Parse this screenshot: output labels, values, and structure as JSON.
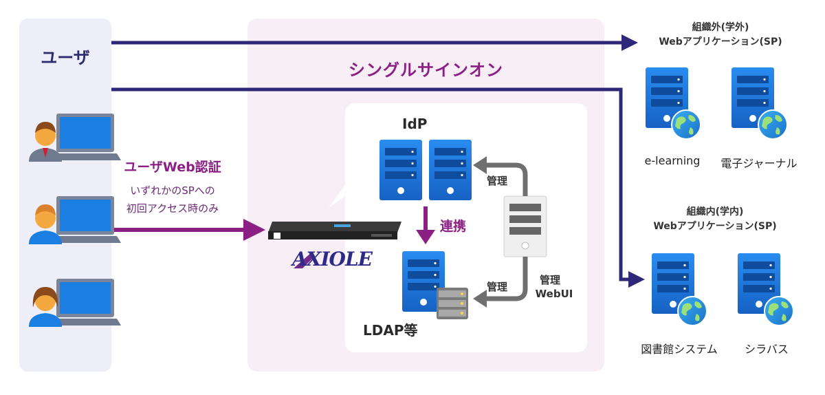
{
  "user": {
    "title": "ユーザ"
  },
  "sso": {
    "title": "シングルサインオン"
  },
  "auth": {
    "title": "ユーザWeb認証",
    "note_line1": "いずれかのSPへの",
    "note_line2": "初回アクセス時のみ"
  },
  "idp": {
    "label": "IdP"
  },
  "ldap": {
    "label": "LDAP等"
  },
  "link": {
    "label": "連携"
  },
  "manage": {
    "top": "管理",
    "bottom": "管理",
    "webui_line1": "管理",
    "webui_line2": "WebUI"
  },
  "brand": {
    "logo_text": "AXIOLE"
  },
  "external": {
    "head_line1": "組織外(学外)",
    "head_line2": "Webアプリケーション(SP)",
    "apps": [
      "e-learning",
      "電子ジャーナル"
    ]
  },
  "internal": {
    "head_line1": "組織内(学内)",
    "head_line2": "Webアプリケーション(SP)",
    "apps": [
      "図書館システム",
      "シラバス"
    ]
  },
  "colors": {
    "navy_arrow": "#2f2878",
    "purple_arrow": "#8b1f84",
    "gray_arrow": "#6f6f6f",
    "server_blue": "#1e73d8"
  }
}
